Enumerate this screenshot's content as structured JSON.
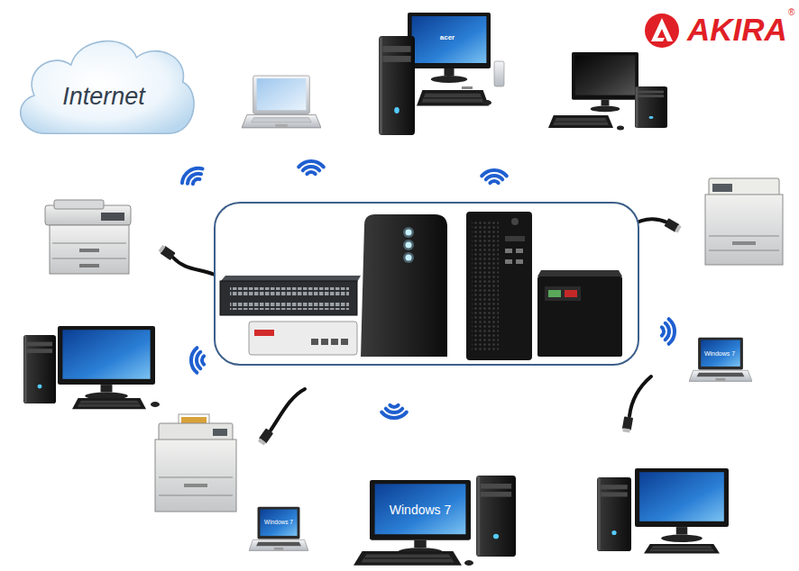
{
  "diagram": {
    "nodes": [
      {
        "text": [
          "Internet"
        ]
      }
    ],
    "labels": [
      "AKIRA",
      "®",
      "acer",
      "Windows 7",
      "Windows 7",
      "Windows 7"
    ]
  }
}
